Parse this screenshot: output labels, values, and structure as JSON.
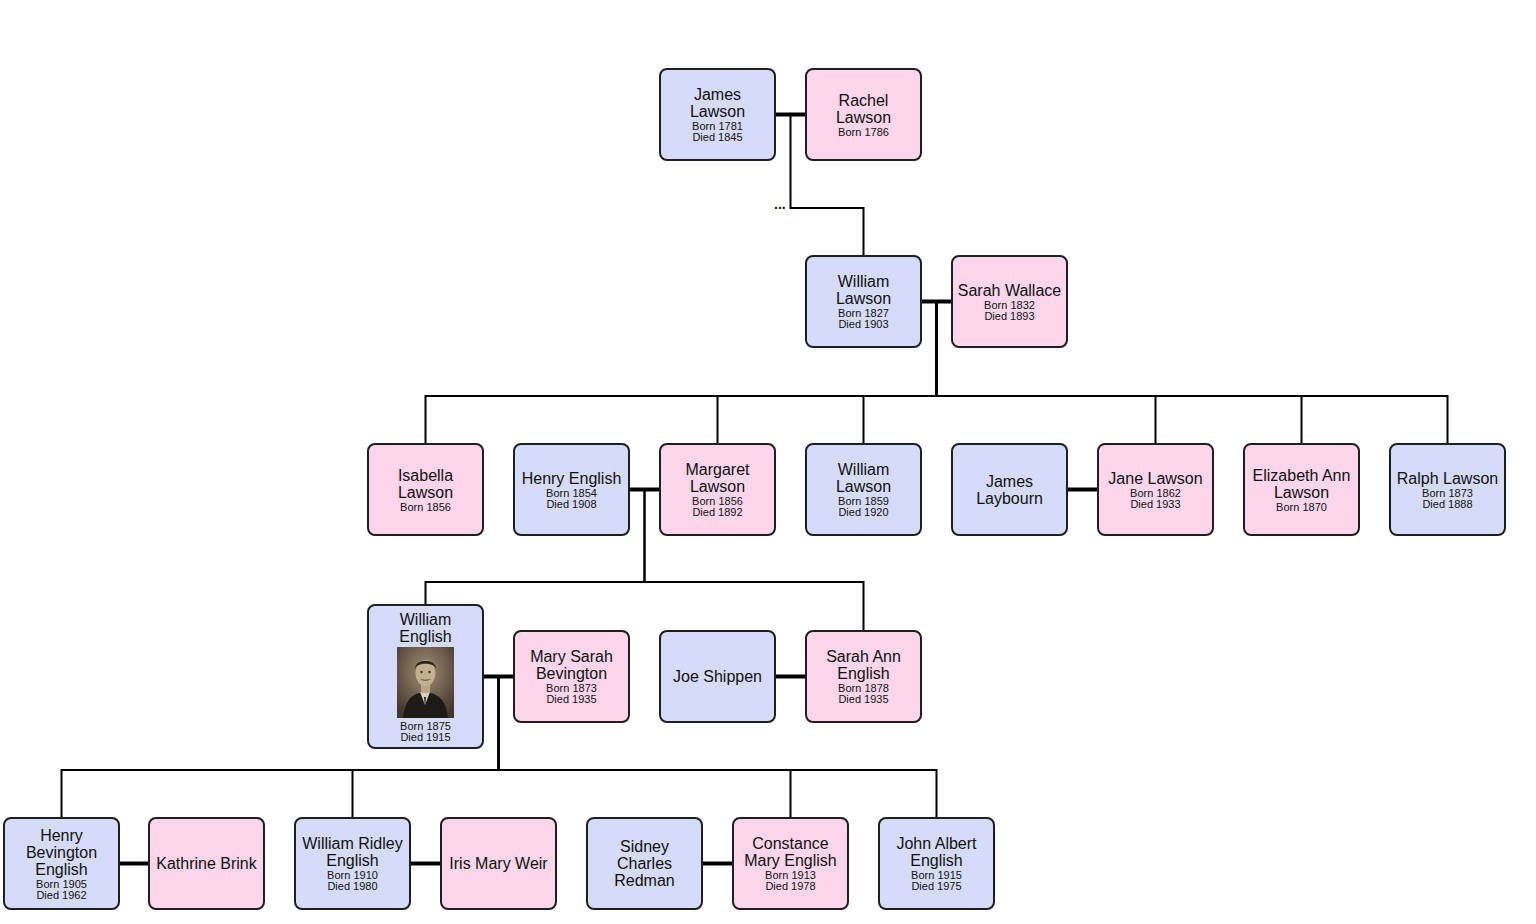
{
  "diagram": {
    "nodes": [
      {
        "text": [
          "James Lawson",
          "Born 1781",
          "Died 1845"
        ]
      },
      {
        "text": [
          "Rachel Lawson",
          "Born 1786"
        ]
      },
      {
        "text": [
          "William Lawson",
          "Born 1827",
          "Died 1903"
        ]
      },
      {
        "text": [
          "Sarah Wallace",
          "Born 1832",
          "Died 1893"
        ]
      },
      {
        "text": [
          "Isabella Lawson",
          "Born 1856"
        ]
      },
      {
        "text": [
          "Henry English",
          "Born 1854",
          "Died 1908"
        ]
      },
      {
        "text": [
          "Margaret Lawson",
          "Born 1856",
          "Died 1892"
        ]
      },
      {
        "text": [
          "William Lawson",
          "Born 1859",
          "Died 1920"
        ]
      },
      {
        "text": [
          "James Laybourn"
        ]
      },
      {
        "text": [
          "Jane Lawson",
          "Born 1862",
          "Died 1933"
        ]
      },
      {
        "text": [
          "Elizabeth Ann Lawson",
          "Born 1870"
        ]
      },
      {
        "text": [
          "Ralph Lawson",
          "Born 1873",
          "Died 1888"
        ]
      },
      {
        "text": [
          "William English",
          "Born 1875",
          "Died 1915"
        ]
      },
      {
        "text": [
          "Mary Sarah Bevington",
          "Born 1873",
          "Died 1935"
        ]
      },
      {
        "text": [
          "Joe Shippen"
        ]
      },
      {
        "text": [
          "Sarah Ann English",
          "Born 1878",
          "Died 1935"
        ]
      },
      {
        "text": [
          "Henry Bevington English",
          "Born 1905",
          "Died 1962"
        ]
      },
      {
        "text": [
          "Kathrine Brink"
        ]
      },
      {
        "text": [
          "William Ridley English",
          "Born 1910",
          "Died 1980"
        ]
      },
      {
        "text": [
          "Iris Mary Weir"
        ]
      },
      {
        "text": [
          "Sidney Charles Redman"
        ]
      },
      {
        "text": [
          "Constance Mary English",
          "Born 1913",
          "Died 1978"
        ]
      },
      {
        "text": [
          "John Albert English",
          "Born 1915",
          "Died 1975"
        ]
      }
    ],
    "edges": [
      {
        "from": 0,
        "to": 1,
        "arrow": "none"
      },
      {
        "from": 2,
        "to": 3,
        "arrow": "none"
      },
      {
        "from": 5,
        "to": 6,
        "arrow": "none"
      },
      {
        "from": 8,
        "to": 9,
        "arrow": "none"
      },
      {
        "from": 12,
        "to": 13,
        "arrow": "none"
      },
      {
        "from": 14,
        "to": 15,
        "arrow": "none"
      },
      {
        "from": 16,
        "to": 17,
        "arrow": "none"
      },
      {
        "from": 18,
        "to": 19,
        "arrow": "none"
      },
      {
        "from": 20,
        "to": 21,
        "arrow": "none"
      },
      {
        "from": 0,
        "to": 2,
        "arrow": "none"
      },
      {
        "from": 2,
        "to": 4,
        "arrow": "none"
      },
      {
        "from": 2,
        "to": 6,
        "arrow": "none"
      },
      {
        "from": 2,
        "to": 7,
        "arrow": "none"
      },
      {
        "from": 2,
        "to": 9,
        "arrow": "none"
      },
      {
        "from": 2,
        "to": 10,
        "arrow": "none"
      },
      {
        "from": 2,
        "to": 11,
        "arrow": "none"
      },
      {
        "from": 5,
        "to": 12,
        "arrow": "none"
      },
      {
        "from": 5,
        "to": 15,
        "arrow": "none"
      },
      {
        "from": 12,
        "to": 16,
        "arrow": "none"
      },
      {
        "from": 12,
        "to": 18,
        "arrow": "none"
      },
      {
        "from": 12,
        "to": 21,
        "arrow": "none"
      },
      {
        "from": 12,
        "to": 22,
        "arrow": "none"
      }
    ],
    "labels": [
      "..."
    ]
  }
}
